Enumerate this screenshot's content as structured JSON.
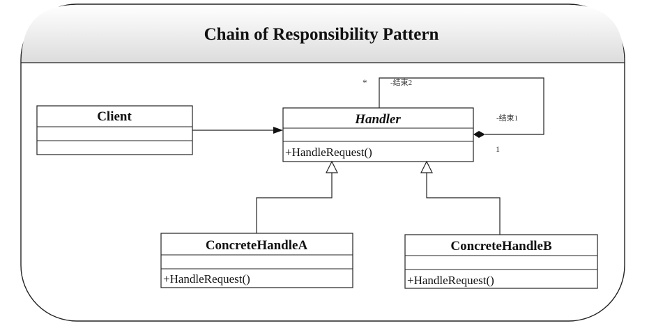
{
  "frame": {
    "title": "Chain of Responsibility Pattern"
  },
  "classes": {
    "client": {
      "name": "Client",
      "methods": []
    },
    "handler": {
      "name": "Handler",
      "methods": [
        "+HandleRequest()"
      ]
    },
    "concrete_a": {
      "name": "ConcreteHandleA",
      "methods": [
        "+HandleRequest()"
      ]
    },
    "concrete_b": {
      "name": "ConcreteHandleB",
      "methods": [
        "+HandleRequest()"
      ]
    }
  },
  "association": {
    "role_top": "-结束2",
    "role_right": "-结束1",
    "mult_top": "*",
    "mult_right": "1"
  }
}
